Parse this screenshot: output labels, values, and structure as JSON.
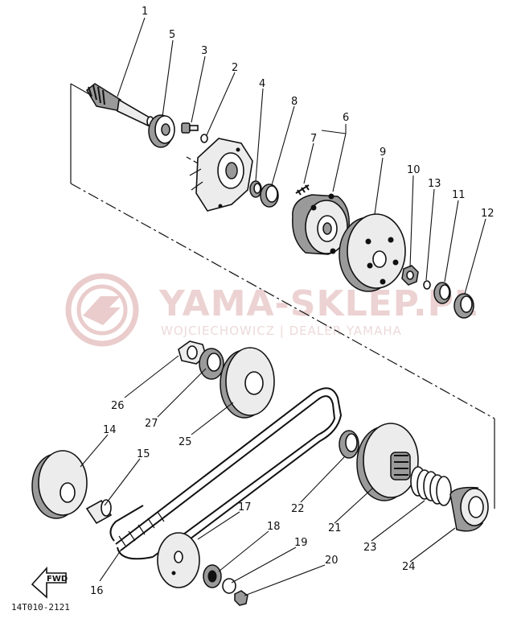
{
  "watermark": {
    "brand": "YAMA-SKLEP.PL",
    "subtitle": "WOJCIECHOWICZ | DEALER YAMAHA"
  },
  "fwd_label": "FWD",
  "drawing_code": "14T010-2121",
  "part_numbers": [
    "1",
    "2",
    "3",
    "4",
    "5",
    "6",
    "7",
    "8",
    "9",
    "10",
    "11",
    "12",
    "13",
    "14",
    "15",
    "16",
    "17",
    "18",
    "19",
    "20",
    "21",
    "22",
    "23",
    "24",
    "25",
    "26",
    "27"
  ],
  "colors": {
    "ink": "#111111",
    "watermark": "#e2b2b2"
  }
}
